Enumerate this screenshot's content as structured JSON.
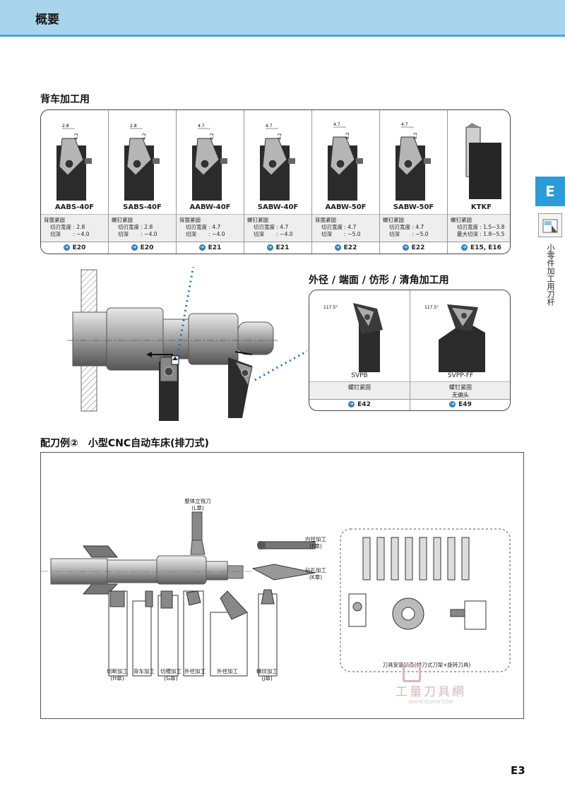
{
  "header": {
    "title": "概要"
  },
  "side": {
    "tab": "E",
    "vertical_text": "小零件加工用刀杆"
  },
  "section1": {
    "title": "背车加工用",
    "tools": [
      {
        "name": "AABS-40F",
        "dim_h": "2.8",
        "dim_v": "4.2",
        "spec": [
          "背面紧固",
          "切刃宽度 : 2.8",
          "切深　　 : ~4.0"
        ],
        "ref": "E20"
      },
      {
        "name": "SABS-40F",
        "dim_h": "2.8",
        "dim_v": "4.2",
        "spec": [
          "螺钉紧固",
          "切刃宽度 : 2.8",
          "切深　　 : ~4.0"
        ],
        "ref": "E20"
      },
      {
        "name": "AABW-40F",
        "dim_h": "4.7",
        "dim_v": "4.2",
        "spec": [
          "背面紧固",
          "切刃宽度 : 4.7",
          "切深　　 : ~4.0"
        ],
        "ref": "E21"
      },
      {
        "name": "SABW-40F",
        "dim_h": "4.7",
        "dim_v": "4.2",
        "spec": [
          "螺钉紧固",
          "切刃宽度 : 4.7",
          "切深　　 : ~4.0"
        ],
        "ref": "E21"
      },
      {
        "name": "AABW-50F",
        "dim_h": "4.7",
        "dim_v": "8.2",
        "spec": [
          "背面紧固",
          "切刃宽度 : 4.7",
          "切深　　 : ~5.0"
        ],
        "ref": "E22"
      },
      {
        "name": "SABW-50F",
        "dim_h": "4.7",
        "dim_v": "8.2",
        "spec": [
          "螺钉紧固",
          "切刃宽度 : 4.7",
          "切深　　 : ~5.0"
        ],
        "ref": "E22"
      },
      {
        "name": "KTKF",
        "dim_h": "",
        "dim_v": "",
        "spec": [
          "螺钉紧固",
          "切刃宽度 : 1.5~3.8",
          "最大切深 : 1.8~5.5"
        ],
        "ref": "E15, E16"
      }
    ]
  },
  "section2": {
    "title": "外径 / 端面 / 仿形 / 清角加工用",
    "tools": [
      {
        "name": "SVPB",
        "angle": "117.5°",
        "spec": [
          "螺钉紧固"
        ],
        "ref": "E42"
      },
      {
        "name": "SVPP-FF",
        "angle": "117.5°",
        "spec": [
          "螺钉紧固",
          "无偏头"
        ],
        "ref": "E49"
      }
    ]
  },
  "section3": {
    "title": "配刀例②　小型CNC自动车床(排刀式)",
    "labels": {
      "endmill": [
        "整体立铣刀",
        "(L章)"
      ],
      "boring": [
        "内径加工",
        "(F章)"
      ],
      "drilling": [
        "钻孔加工",
        "(K章)"
      ],
      "cutoff": [
        "切断加工",
        "(H章)"
      ],
      "back": [
        "背车加工"
      ],
      "groove": [
        "切槽加工",
        "(G章)"
      ],
      "od1": [
        "外径加工"
      ],
      "od2": [
        "外径加工"
      ],
      "thread": [
        "螺纹加工",
        "(J章)"
      ],
      "install": [
        "刀具安装状态(排刀式刀架+旋转刀具)"
      ]
    }
  },
  "watermark": {
    "main": "工量刀具網",
    "sub": "WWW.GLRJW.COM"
  },
  "page_number": "E3",
  "colors": {
    "header_bg": "#a9d5ec",
    "accent": "#2a9cd7",
    "spec_bg": "#eeeeee"
  }
}
